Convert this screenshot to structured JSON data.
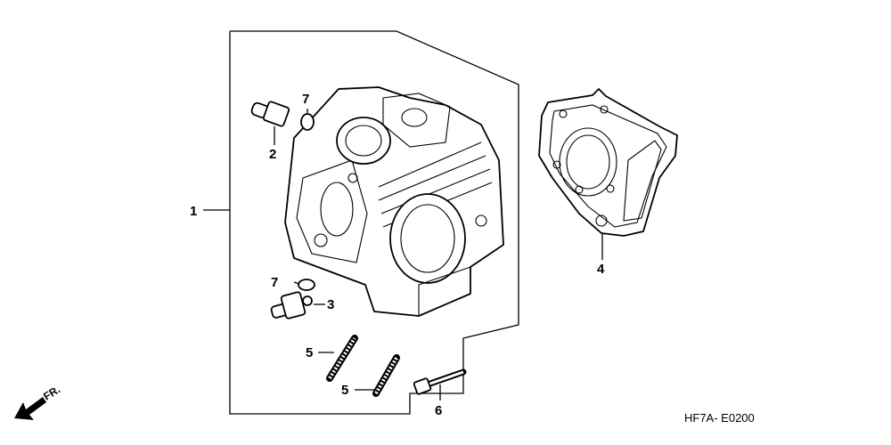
{
  "callouts": {
    "c1": "1",
    "c2": "2",
    "c3": "3",
    "c4": "4",
    "c5a": "5",
    "c5b": "5",
    "c6": "6",
    "c7a": "7",
    "c7b": "7"
  },
  "direction_label": "FR.",
  "diagram_code": "HF7A- E0200"
}
